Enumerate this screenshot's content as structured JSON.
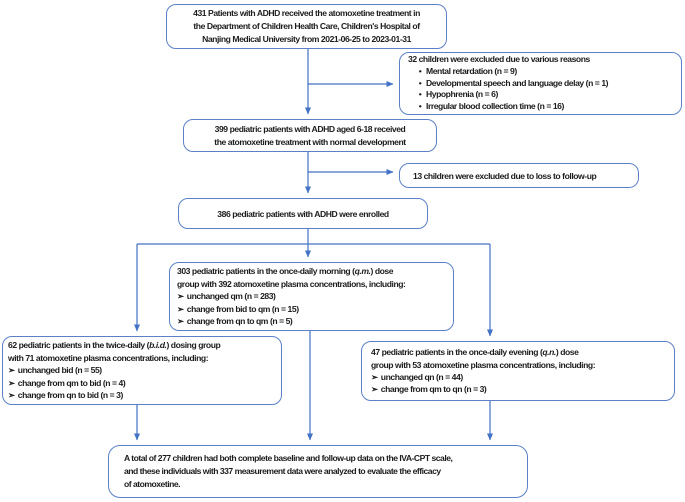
{
  "colors": {
    "box_border": "#5b80c7",
    "connector": "#4472c4",
    "text": "#1c1c1c",
    "background": "#ffffff"
  },
  "glyphs": {
    "dot_bullet": "•",
    "arrow_bullet": "➢"
  },
  "boxes": {
    "patients_431": {
      "lines": [
        "431 Patients with ADHD received the atomoxetine treatment in",
        "the Department of Children Health Care, Children's Hospital of",
        "Nanjing Medical University from 2021-06-25 to 2023-01-31"
      ]
    },
    "excluded_32": {
      "title": "32 children were excluded due to various reasons",
      "items": [
        "Mental retardation (n = 9)",
        "Developmental speech and language delay (n = 1)",
        "Hypophrenia (n = 6)",
        "Irregular blood collection time (n = 16)"
      ]
    },
    "eligible_399": {
      "lines": [
        "399 pediatric patients with ADHD aged 6-18 received",
        "the atomoxetine treatment with normal development"
      ]
    },
    "excluded_13": {
      "text": "13 children were excluded due to loss to follow-up"
    },
    "enrolled_386": {
      "text": "386 pediatric patients with ADHD were enrolled"
    },
    "qm_group": {
      "line1_pre": "303 pediatric patients in the once-daily morning (",
      "line1_italic": "q.m.",
      "line1_post": ") dose",
      "line2": "group with 392 atomoxetine plasma concentrations, including:",
      "items": [
        "unchanged qm (n = 283)",
        "change from bid to qm (n = 15)",
        "change from qn to qm (n = 5)"
      ]
    },
    "bid_group": {
      "line1_pre": "62 pediatric patients in the twice-daily (",
      "line1_italic": "b.i.d.",
      "line1_post": ") dosing group",
      "line2": "with 71 atomoxetine plasma concentrations, including:",
      "items": [
        "unchanged bid (n = 55)",
        "change from qm to bid (n = 4)",
        "change from qn to bid (n = 3)"
      ]
    },
    "qn_group": {
      "line1_pre": "47 pediatric patients in the once-daily evening (",
      "line1_italic": "q.n.",
      "line1_post": ") dose",
      "line2": "group with 53 atomoxetine plasma concentrations, including:",
      "items": [
        "unchanged qn (n = 44)",
        "change from qm to qn (n = 3)"
      ]
    },
    "efficacy_summary": {
      "lines": [
        "A total of 277 children had both complete baseline and follow-up data on the IVA-CPT scale,",
        "and these individuals with 337 measurement data were analyzed to evaluate the efficacy",
        "of atomoxetine."
      ]
    }
  }
}
